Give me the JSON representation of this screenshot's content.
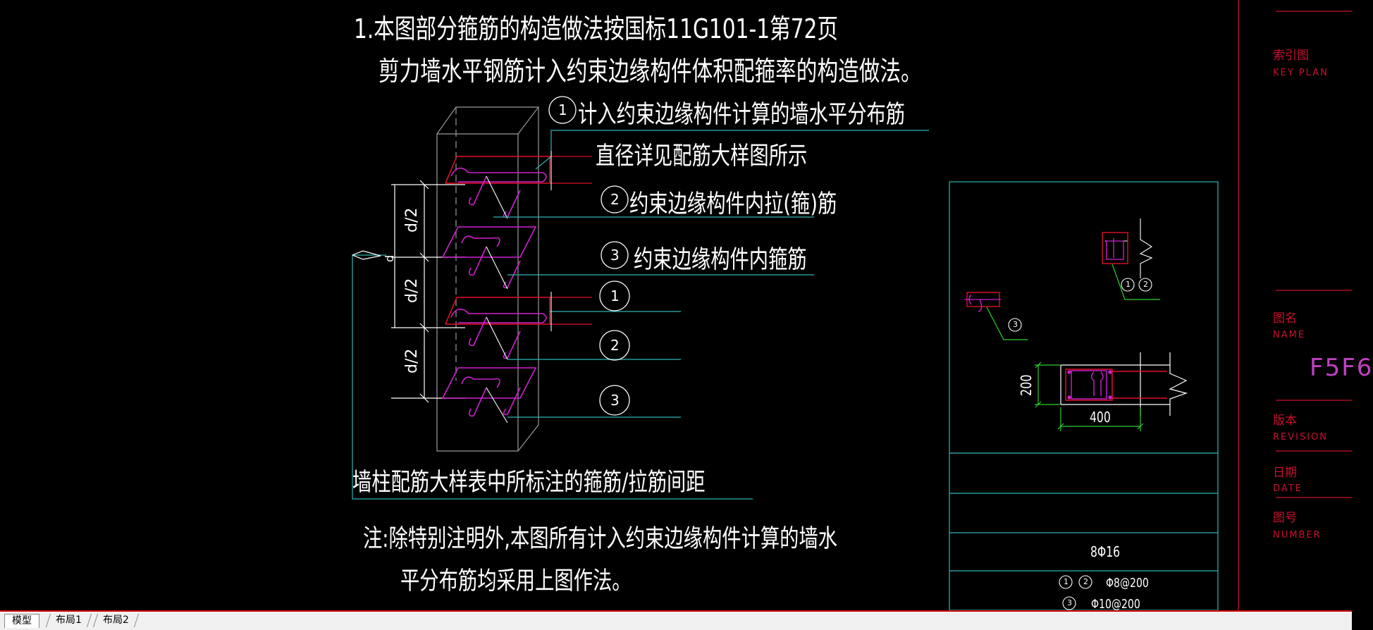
{
  "notes": {
    "line1": "1.本图部分箍筋的构造做法按国标11G101-1第72页",
    "line2": "剪力墙水平钢筋计入约束边缘构件体积配箍率的构造做法。"
  },
  "callouts": {
    "c1_num": "1",
    "c1_text": "计入约束边缘构件计算的墙水平分布筋",
    "c1_sub": "直径详见配筋大样图所示",
    "c2_num": "2",
    "c2_text": "约束边缘构件内拉(箍)筋",
    "c3_num": "3",
    "c3_text": "约束边缘构件内箍筋",
    "list": [
      "1",
      "2",
      "3"
    ]
  },
  "dims": {
    "d1": "d/2",
    "d2": "d/2",
    "d3": "d/2",
    "d_label": "d"
  },
  "spacing_label": "墙柱配筋大样表中所标注的箍筋/拉筋间距",
  "footer_note": {
    "line1": "注:除特别注明外,本图所有计入约束边缘构件计算的墙水",
    "line2": "平分布筋均采用上图作法。"
  },
  "detail_table": {
    "dim_height": "200",
    "dim_width": "400",
    "callout_a": "1",
    "callout_b": "2",
    "callout_c": "3",
    "bars": "8Φ16",
    "stirrup_a_ids": [
      "1",
      "2"
    ],
    "stirrup_a": "Φ8@200",
    "stirrup_b_id": "3",
    "stirrup_b": "Φ10@200"
  },
  "title_block": {
    "key_plan_cn": "索引图",
    "key_plan_en": "KEY PLAN",
    "name_cn": "图名",
    "name_en": "NAME",
    "name_value": "F5F6",
    "revision_cn": "版本",
    "revision_en": "REVISION",
    "date_cn": "日期",
    "date_en": "DATE",
    "number_cn": "图号",
    "number_en": "NUMBER"
  },
  "tabs": {
    "model": "模型",
    "layout1": "布局1",
    "layout2": "布局2"
  },
  "colors": {
    "background": "#000000",
    "text": "#ffffff",
    "leader": "#2fb5b5",
    "rebar_red": "#e0102a",
    "rebar_magenta": "#d020d0",
    "dimension_green": "#30d030",
    "frame_red": "#c8102e"
  }
}
